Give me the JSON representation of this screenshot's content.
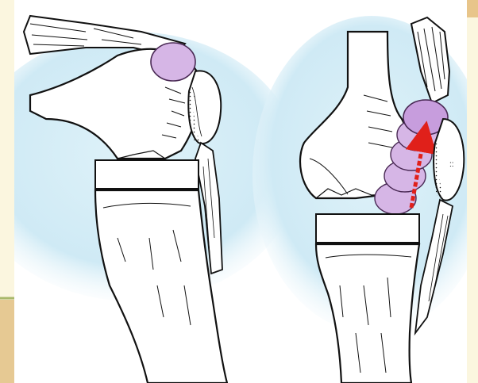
{
  "figure": {
    "panels": [
      {
        "id": "left",
        "subject": "knee-flexed-view"
      },
      {
        "id": "right",
        "subject": "knee-extended-view"
      }
    ],
    "colors": {
      "pad_fill": "#d6b6e6",
      "pad_stroke": "#4a2a55",
      "arrow": "#e0201a",
      "halo": "#cfeaf5",
      "ink": "#111111",
      "slide_tan": "#e8c58a",
      "slide_green": "#a8b86a",
      "slide_cream": "#fbf6df"
    },
    "icons": [
      "knee-bone-icon",
      "fat-pad-icon",
      "motion-arrow-icon"
    ]
  }
}
